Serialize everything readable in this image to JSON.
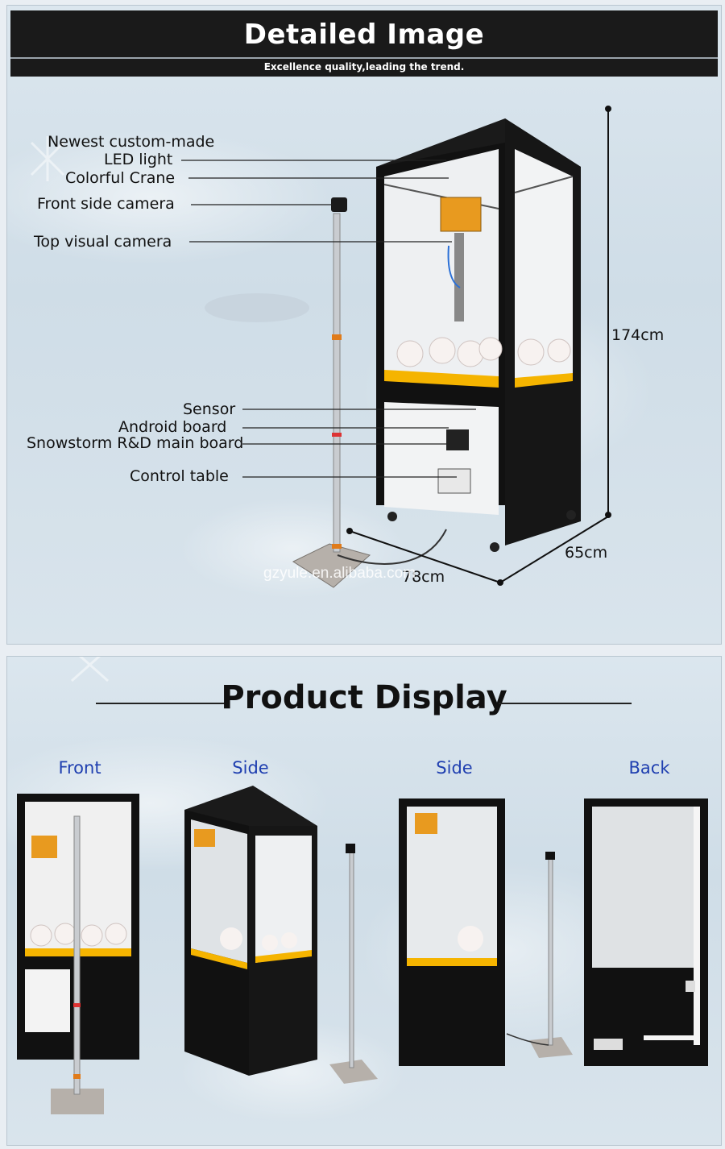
{
  "detail_section": {
    "title": "Detailed Image",
    "subtitle": "Excellence quality,leading the trend.",
    "callouts": {
      "led_line1": "Newest custom-made",
      "led_line2": "LED light",
      "crane": "Colorful Crane",
      "front_camera": "Front side camera",
      "top_camera": "Top visual camera",
      "sensor": "Sensor",
      "android": "Android board",
      "mainboard": "Snowstorm R&D main board",
      "control": "Control table"
    },
    "dimensions": {
      "height": "174cm",
      "depth": "65cm",
      "width": "78cm"
    },
    "watermark": "gzyule.en.alibaba.com"
  },
  "display_section": {
    "title": "Product Display",
    "views": [
      "Front",
      "Side",
      "Side",
      "Back"
    ]
  },
  "colors": {
    "header_bg": "#1a1a1a",
    "cabinet": "#111111",
    "prize_tray": "#f5b400",
    "crane": "#e89a1f",
    "view_label": "#1f3fb0"
  }
}
